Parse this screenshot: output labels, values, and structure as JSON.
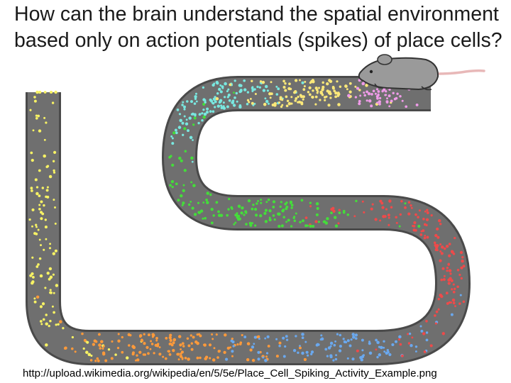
{
  "slide": {
    "title": "How can the brain understand the spatial environment based only on action potentials (spikes) of place cells?",
    "source_url": "http://upload.wikimedia.org/wikipedia/en/5/5e/Place_Cell_Spiking_Activity_Example.png"
  },
  "colors": {
    "track": "#6f6f6f",
    "track_edge": "#4a4a4a",
    "track_inner": "#7d7d7d",
    "rat_body": "#9a9a9a",
    "rat_outline": "#333333",
    "rat_tail": "#e8b8b8"
  },
  "place_fields": [
    {
      "color": "#f7f264",
      "start": 0.0,
      "end": 0.12
    },
    {
      "color": "#fbe879",
      "start": 0.2,
      "end": 0.32
    },
    {
      "color": "#ffd8f0",
      "start": 0.32,
      "end": 0.36
    },
    {
      "color": "#ff9a3a",
      "start": 0.45,
      "end": 0.55
    },
    {
      "color": "#ef9be8",
      "start": 0.86,
      "end": 0.95
    },
    {
      "color": "#79e8e0",
      "start": 0.6,
      "end": 0.75
    },
    {
      "color": "#44dd3a",
      "start": 0.83,
      "end": 0.95
    },
    {
      "color": "#ee4a4a",
      "start": 0.05,
      "end": 0.45
    },
    {
      "color": "#6aa8ee",
      "start": 0.15,
      "end": 0.55
    }
  ]
}
